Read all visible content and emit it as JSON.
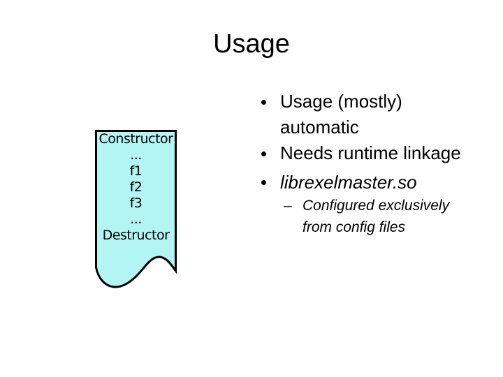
{
  "slide": {
    "title": "Usage",
    "bullets": {
      "marker_glyph": "•",
      "sub_marker_glyph": "–",
      "items": [
        {
          "level": 1,
          "style": "regular",
          "lines": [
            "Usage (mostly)",
            "automatic"
          ]
        },
        {
          "level": 1,
          "style": "regular",
          "lines": [
            "Needs runtime linkage"
          ]
        },
        {
          "level": 1,
          "style": "italic",
          "lines": [
            "librexelmaster.so"
          ]
        },
        {
          "level": 2,
          "style": "italic",
          "lines": [
            "Configured exclusively",
            "from config files"
          ]
        }
      ]
    },
    "bookmark": {
      "lines": [
        "Constructor",
        "...",
        "f1",
        "f2",
        "f3",
        "...",
        "Destructor"
      ],
      "fill": "#b3f5f3",
      "stroke": "#000000"
    },
    "background": "#ffffff",
    "text_color": "#000000"
  }
}
